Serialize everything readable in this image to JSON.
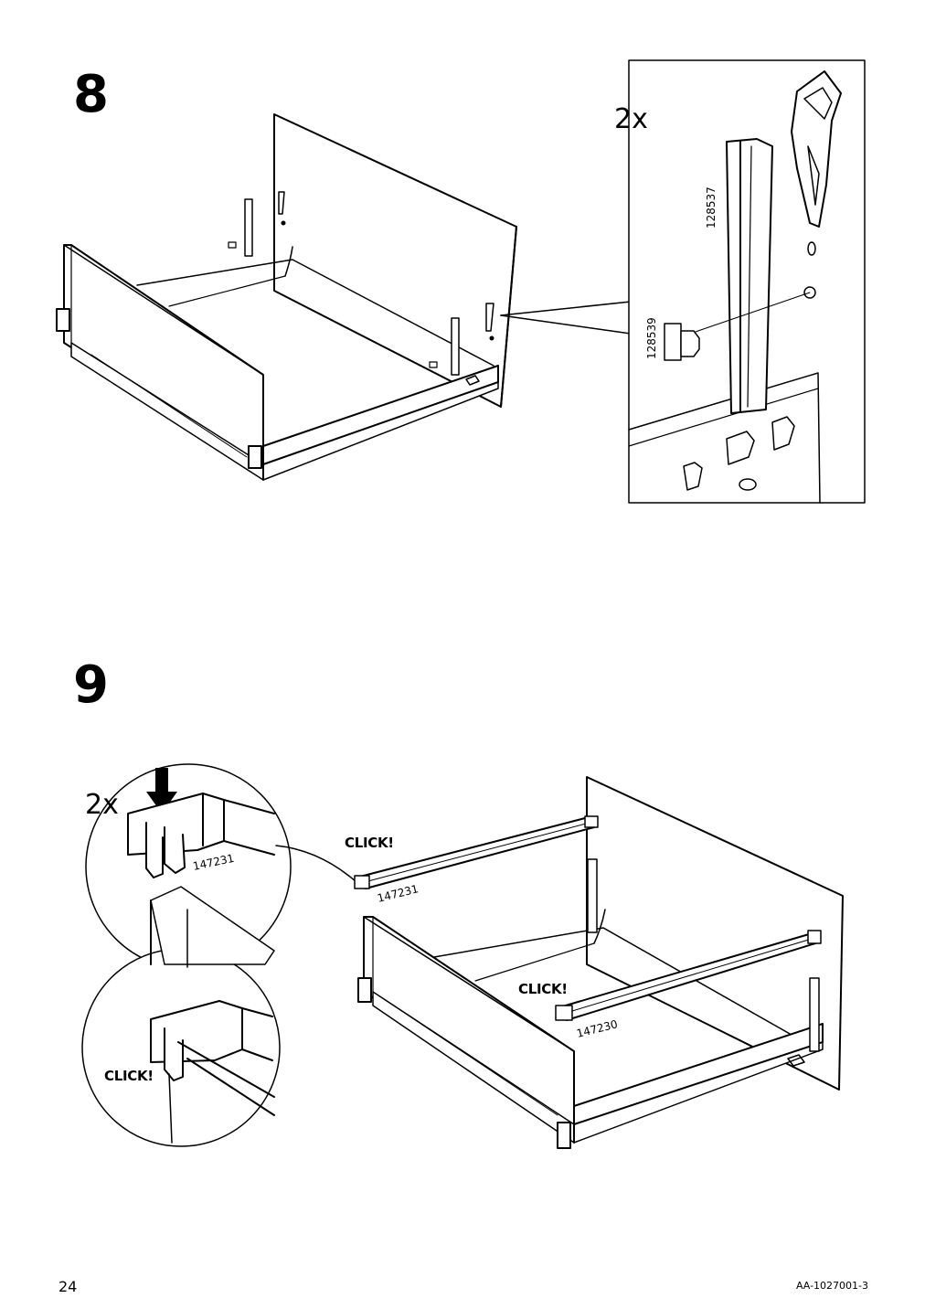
{
  "step8": {
    "number": "8",
    "detail_quantity": "2x",
    "part_rail": "128537",
    "part_dowel": "128539"
  },
  "step9": {
    "number": "9",
    "detail_quantity": "2x",
    "part_clip_detail": "147231",
    "click_detail": "CLICK!",
    "click_back": "CLICK!",
    "part_back_rail": "147231",
    "click_front": "CLICK!",
    "part_front_rail": "147230"
  },
  "footer": {
    "page_number": "24",
    "document_code": "AA-1027001-3"
  }
}
